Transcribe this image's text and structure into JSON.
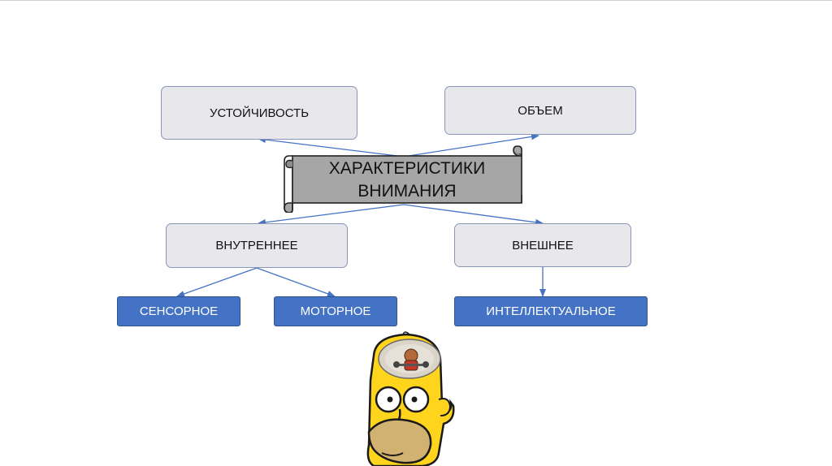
{
  "diagram": {
    "title_scroll": "ХАРАКТЕРИСТИКИ\nВНИМАНИЯ",
    "nodes": {
      "ustoichivost": "УСТОЙЧИВОСТЬ",
      "obem": "ОБЪЕМ",
      "vnutrennee": "ВНУТРЕННЕЕ",
      "vneshnee": "ВНЕШНЕЕ",
      "sensornoe": "СЕНСОРНОЕ",
      "motornoe": "МОТОРНОЕ",
      "intellektualnoe": "ИНТЕЛЛЕКТУАЛЬНОЕ"
    },
    "edges": [
      [
        "title_scroll",
        "ustoichivost"
      ],
      [
        "title_scroll",
        "obem"
      ],
      [
        "title_scroll",
        "vnutrennee"
      ],
      [
        "title_scroll",
        "vneshnee"
      ],
      [
        "vnutrennee",
        "sensornoe"
      ],
      [
        "vnutrennee",
        "motornoe"
      ],
      [
        "vneshnee",
        "intellektualnoe"
      ]
    ]
  },
  "illustration": {
    "icon": "homer-head-with-thought-icon"
  },
  "colors": {
    "grey_box_fill": "#e8e8ec",
    "grey_box_border": "#8a95b8",
    "blue_box_fill": "#4472c4",
    "scroll_fill": "#a6a6a6",
    "arrow": "#4472c4"
  }
}
